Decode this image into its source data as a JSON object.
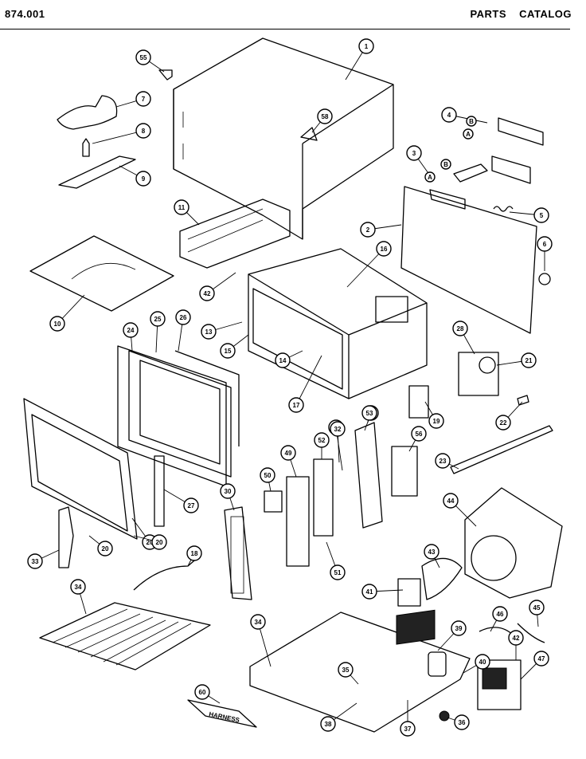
{
  "header": {
    "catalog_number": "874.001",
    "title": "PARTS CATALOG"
  },
  "harness_label": "HARNESS",
  "callouts": [
    {
      "num": "1"
    },
    {
      "num": "2"
    },
    {
      "num": "3"
    },
    {
      "num": "4"
    },
    {
      "num": "5"
    },
    {
      "num": "6"
    },
    {
      "num": "7"
    },
    {
      "num": "8"
    },
    {
      "num": "9"
    },
    {
      "num": "10"
    },
    {
      "num": "11"
    },
    {
      "num": "13"
    },
    {
      "num": "14"
    },
    {
      "num": "15"
    },
    {
      "num": "16"
    },
    {
      "num": "17"
    },
    {
      "num": "18"
    },
    {
      "num": "19"
    },
    {
      "num": "20"
    },
    {
      "num": "21"
    },
    {
      "num": "22"
    },
    {
      "num": "23"
    },
    {
      "num": "24"
    },
    {
      "num": "25"
    },
    {
      "num": "26"
    },
    {
      "num": "27"
    },
    {
      "num": "28"
    },
    {
      "num": "32"
    },
    {
      "num": "33"
    },
    {
      "num": "34"
    },
    {
      "num": "35"
    },
    {
      "num": "36"
    },
    {
      "num": "37"
    },
    {
      "num": "38"
    },
    {
      "num": "39"
    },
    {
      "num": "40"
    },
    {
      "num": "41"
    },
    {
      "num": "42"
    },
    {
      "num": "43"
    },
    {
      "num": "44"
    },
    {
      "num": "45"
    },
    {
      "num": "46"
    },
    {
      "num": "47"
    },
    {
      "num": "49"
    },
    {
      "num": "50"
    },
    {
      "num": "51"
    },
    {
      "num": "52"
    },
    {
      "num": "53"
    },
    {
      "num": "55"
    },
    {
      "num": "56"
    },
    {
      "num": "58"
    },
    {
      "num": "60"
    },
    {
      "num": "42"
    },
    {
      "num": "34"
    },
    {
      "num": "20"
    },
    {
      "num": "33"
    },
    {
      "num": "30"
    },
    {
      "num": "32"
    },
    {
      "num": "20"
    }
  ],
  "sub_labels": [
    "A",
    "B",
    "A",
    "B"
  ]
}
